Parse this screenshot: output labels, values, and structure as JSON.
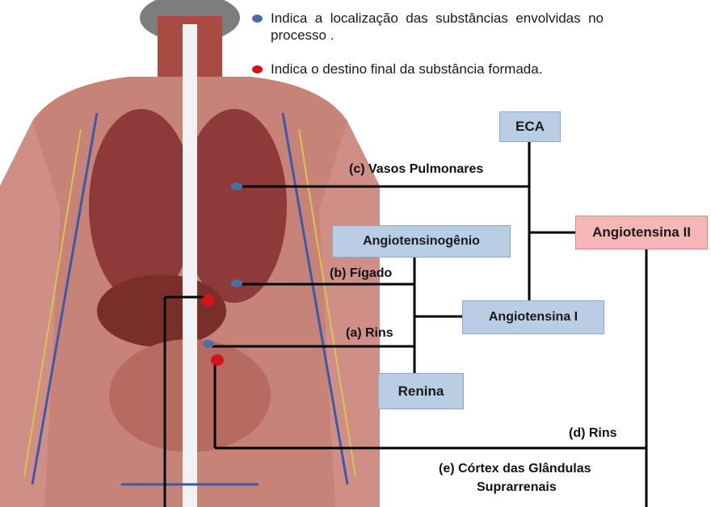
{
  "legend": {
    "blue_text": "Indica a localização das substâncias envolvidas no processo .",
    "red_text": "Indica o destino final da substância formada.",
    "blue_color": "#4a6fa5",
    "red_color": "#d4141a"
  },
  "nodes": {
    "eca": "ECA",
    "angiotensina_ii": "Angiotensina II",
    "angiotensinogenio": "Angiotensinogênio",
    "angiotensina_i": "Angiotensina I",
    "renina": "Renina"
  },
  "labels": {
    "vasos_pulmonares": "(c) Vasos Pulmonares",
    "figado": "(b) Fígado",
    "rins_a": "(a) Rins",
    "rins_d": "(d) Rins",
    "cortex_line1": "(e) Córtex das Glândulas",
    "cortex_line2": "Suprarrenais"
  },
  "colors": {
    "node_fill": "#b9cde5",
    "node_highlight": "#f4b6b6",
    "connector": "#000000"
  }
}
